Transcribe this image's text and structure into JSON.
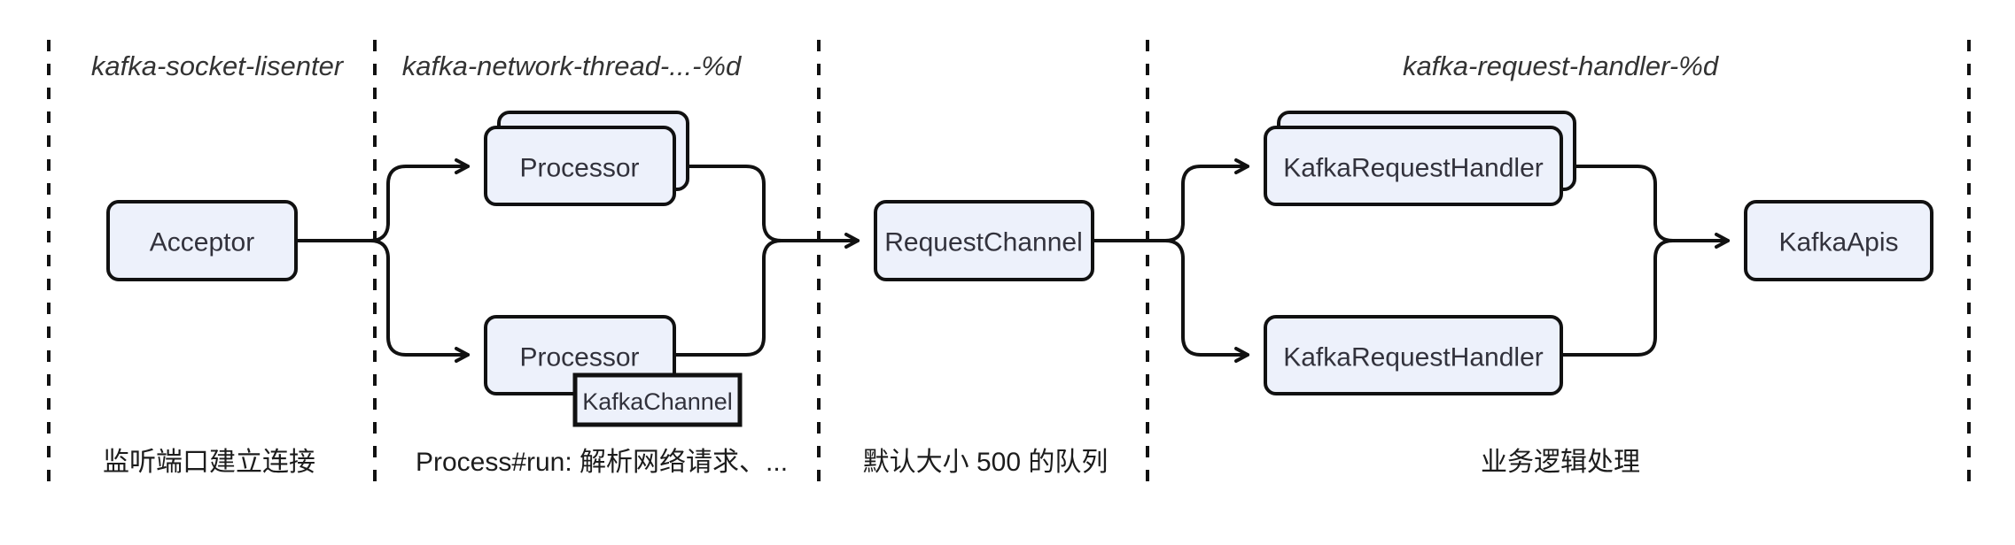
{
  "diagram": {
    "sections": [
      {
        "title": "kafka-socket-lisenter",
        "caption": "监听端口建立连接"
      },
      {
        "title": "kafka-network-thread-...-%d",
        "caption": "Process#run: 解析网络请求、..."
      },
      {
        "caption": "默认大小 500 的队列"
      },
      {
        "title": "kafka-request-handler-%d",
        "caption": "业务逻辑处理"
      }
    ],
    "nodes": {
      "acceptor": "Acceptor",
      "processor_top": "Processor",
      "processor_bottom": "Processor",
      "kafka_channel": "KafkaChannel",
      "request_channel": "RequestChannel",
      "handler_top": "KafkaRequestHandler",
      "handler_bottom": "KafkaRequestHandler",
      "kafka_apis": "KafkaApis"
    },
    "colors": {
      "background": "#ffffff",
      "node_fill": "#edf1fb",
      "node_border": "#111111",
      "edge": "#111111",
      "title_text": "#333333",
      "label_text": "#32323c",
      "caption_text": "#1c1c1c"
    }
  }
}
